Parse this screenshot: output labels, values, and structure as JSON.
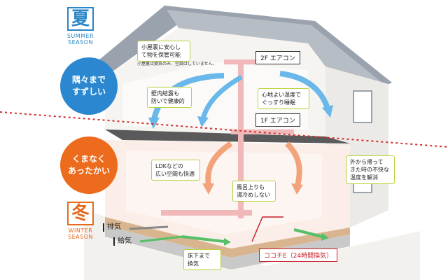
{
  "summer": {
    "kanji": "夏",
    "label": "SUMMER\nSEASON"
  },
  "winter": {
    "kanji": "冬",
    "label": "WINTER\nSEASON"
  },
  "summer_circle": "隅々まで\nすずしい",
  "winter_circle": "くまなく\nあったかい",
  "notes": {
    "attic": "小屋裏に安心し\nて物を保管可能",
    "attic_small": "小屋裏は換気のみ、空調はしていません。",
    "living": "壁内結露も\n防いで健康的",
    "bedroom": "心地よい温度で\nぐっすり睡眠",
    "ldk": "LDKなどの\n広い空間も快適",
    "bath": "風呂上りも\n湯冷めしない",
    "outside": "外から帰って\nきた時の不快な\n温度を解消",
    "underfloor": "床下まで\n換気"
  },
  "tags": {
    "ac2f": "2F エアコン",
    "ac1f": "1F エアコン",
    "kokochi": "ココチE（24時間換気）"
  },
  "vents": {
    "exhaust": "排気",
    "supply": "給気"
  },
  "colors": {
    "summer": "#2b88d0",
    "winter": "#ec6b1c",
    "note_border": "#b7d33c",
    "kokochi": "#c8202a"
  }
}
